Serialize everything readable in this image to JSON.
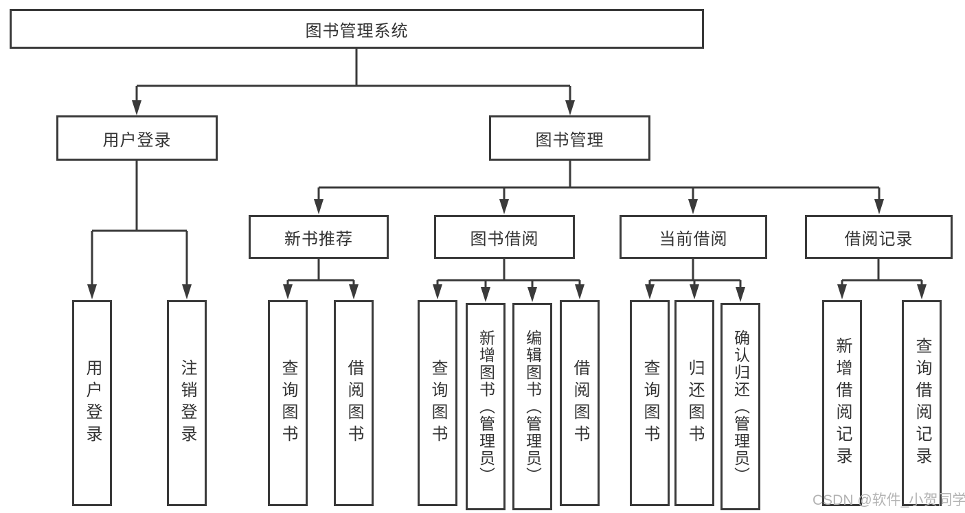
{
  "tree": {
    "root": {
      "label": "图书管理系统"
    },
    "branches": [
      {
        "label": "用户登录",
        "children": [
          {
            "label": "用户登录"
          },
          {
            "label": "注销登录"
          }
        ]
      },
      {
        "label": "图书管理",
        "children": [
          {
            "label": "新书推荐",
            "children": [
              {
                "label": "查询图书"
              },
              {
                "label": "借阅图书"
              }
            ]
          },
          {
            "label": "图书借阅",
            "children": [
              {
                "label": "查询图书"
              },
              {
                "label": "新增图书（管理员）"
              },
              {
                "label": "编辑图书（管理员）"
              },
              {
                "label": "借阅图书"
              }
            ]
          },
          {
            "label": "当前借阅",
            "children": [
              {
                "label": "查询图书"
              },
              {
                "label": "归还图书"
              },
              {
                "label": "确认归还（管理员）"
              }
            ]
          },
          {
            "label": "借阅记录",
            "children": [
              {
                "label": "新增借阅记录"
              },
              {
                "label": "查询借阅记录"
              }
            ]
          }
        ]
      }
    ]
  },
  "watermark": "CSDN @软件_小贺同学",
  "colors": {
    "line": "#3a3a3a",
    "text": "#333333",
    "watermark": "#b3b3b3",
    "background": "#ffffff"
  }
}
